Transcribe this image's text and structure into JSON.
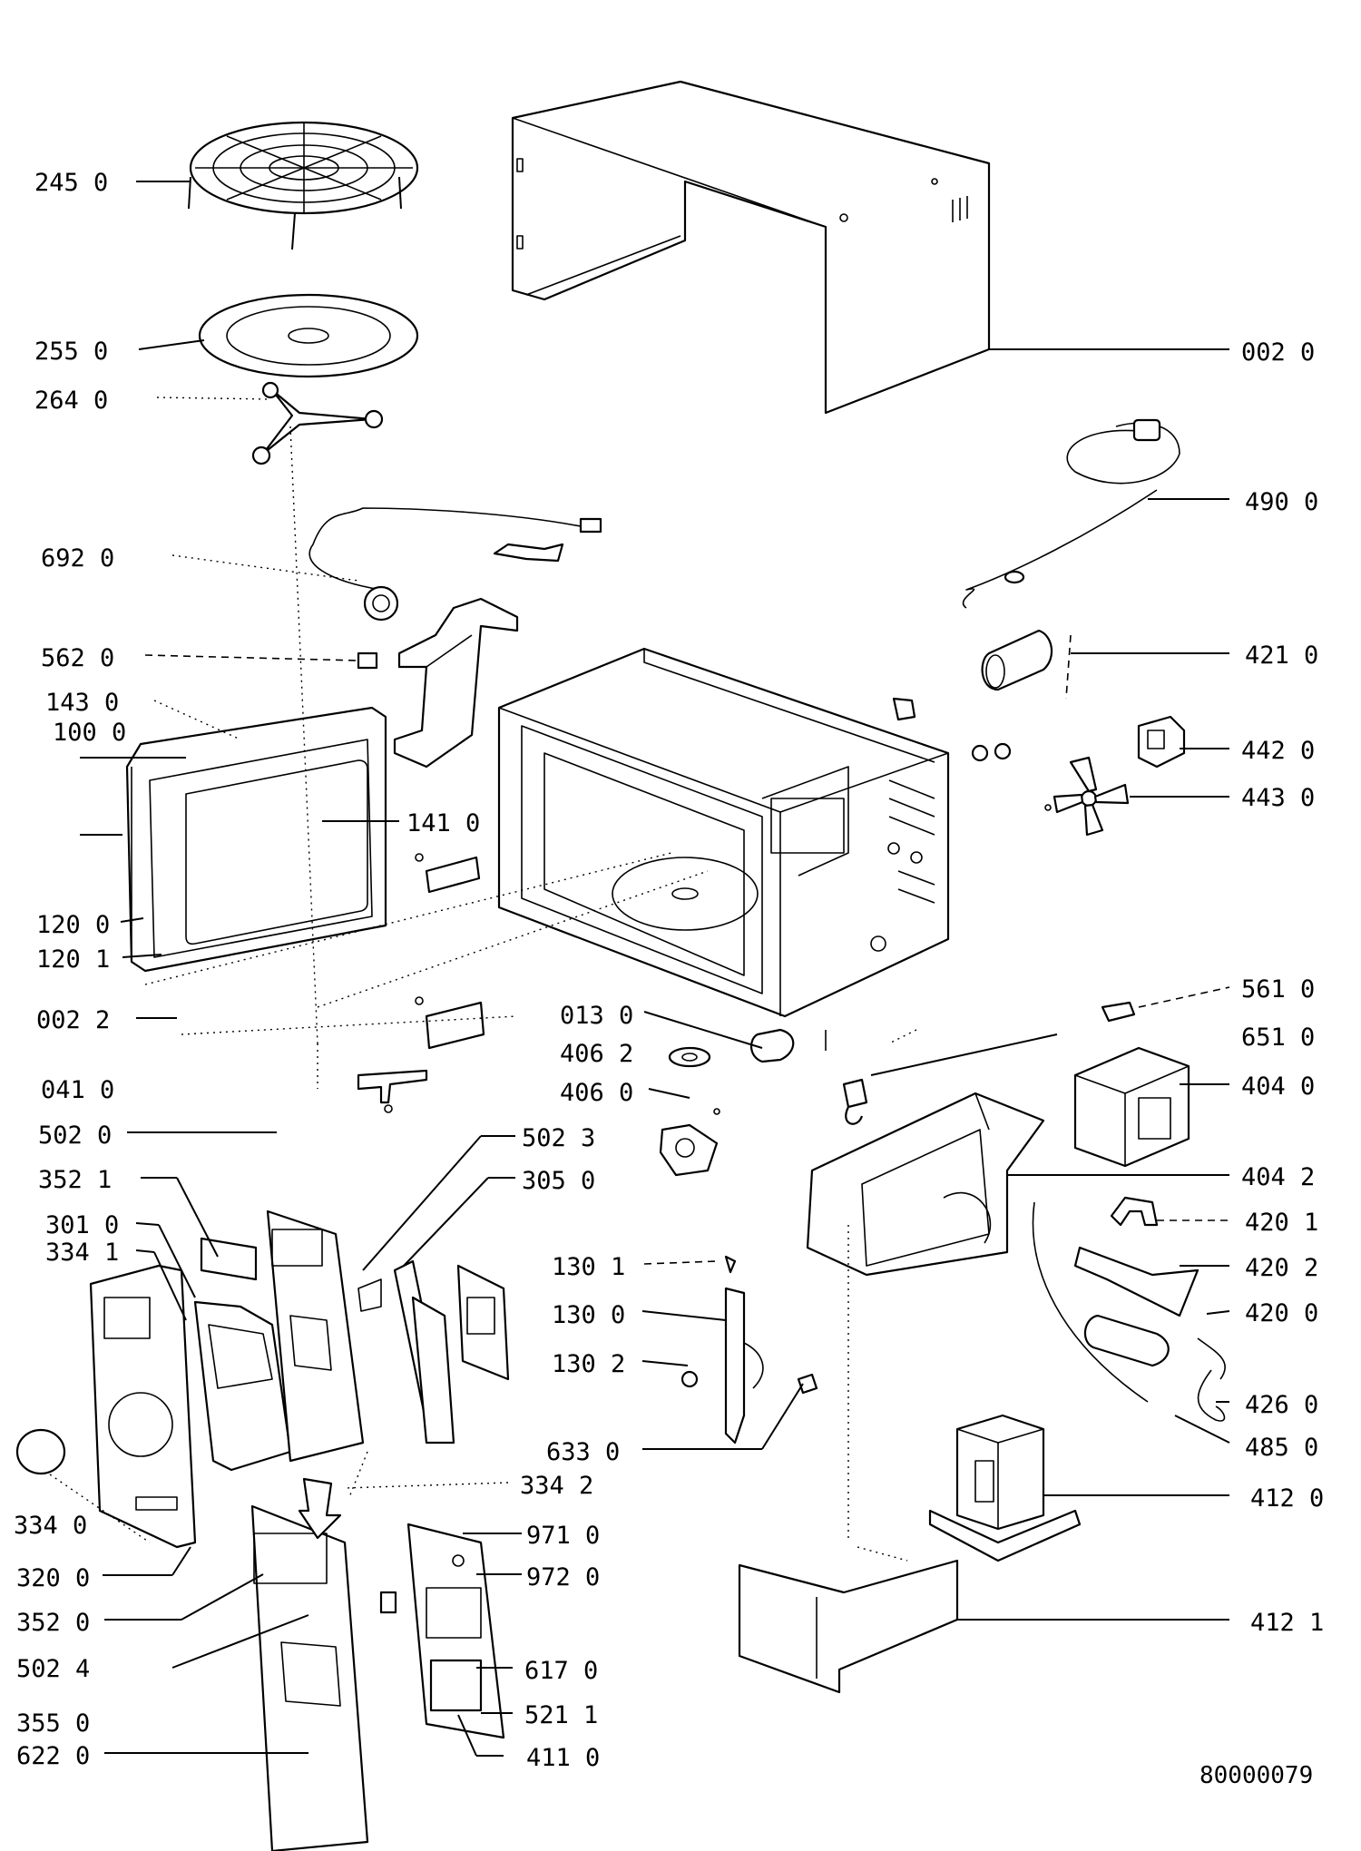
{
  "document_number": "80000079",
  "labels": {
    "p245_0": "245 0",
    "p255_0": "255 0",
    "p264_0": "264 0",
    "p692_0": "692 0",
    "p562_0": "562 0",
    "p143_0": "143 0",
    "p100_0": "100 0",
    "p141_0": "141 0",
    "p120_0": "120 0",
    "p120_1": "120 1",
    "p002_2": "002 2",
    "p041_0": "041 0",
    "p502_0": "502 0",
    "p352_1": "352 1",
    "p301_0": "301 0",
    "p334_1": "334 1",
    "p334_0": "334 0",
    "p320_0": "320 0",
    "p352_0": "352 0",
    "p502_4": "502 4",
    "p355_0": "355 0",
    "p622_0": "622 0",
    "p002_0": "002 0",
    "p490_0": "490 0",
    "p421_0": "421 0",
    "p442_0": "442 0",
    "p443_0": "443 0",
    "p561_0": "561 0",
    "p651_0": "651 0",
    "p404_0": "404 0",
    "p404_2": "404 2",
    "p420_1": "420 1",
    "p420_2": "420 2",
    "p420_0": "420 0",
    "p426_0": "426 0",
    "p485_0": "485 0",
    "p412_0": "412 0",
    "p412_1": "412 1",
    "p013_0": "013 0",
    "p406_2": "406 2",
    "p406_0": "406 0",
    "p502_3": "502 3",
    "p305_0": "305 0",
    "p130_1": "130 1",
    "p130_0": "130 0",
    "p130_2": "130 2",
    "p633_0": "633 0",
    "p334_2": "334 2",
    "p971_0": "971 0",
    "p972_0": "972 0",
    "p617_0": "617 0",
    "p521_1": "521 1",
    "p411_0": "411 0"
  }
}
